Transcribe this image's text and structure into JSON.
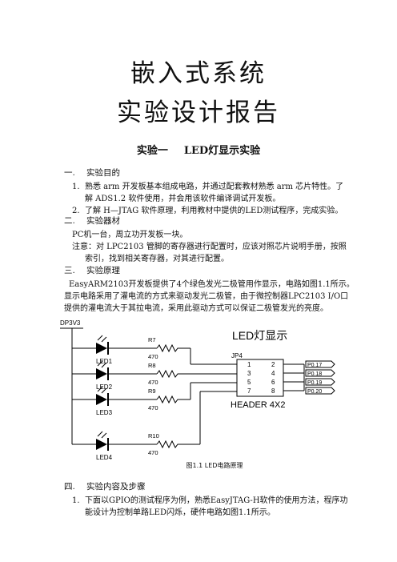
{
  "title": {
    "line1": "嵌入式系统",
    "line2": "实验设计报告"
  },
  "experiment": {
    "number": "实验一",
    "name": "LED灯显示实验"
  },
  "sections": [
    {
      "num": "一.",
      "title": "实验目的"
    },
    {
      "num": "二.",
      "title": "实验器材"
    },
    {
      "num": "三.",
      "title": "实验原理"
    },
    {
      "num": "四.",
      "title": "实验内容及步骤"
    }
  ],
  "purpose": {
    "item1_num": "1.",
    "item1_line1": "熟悉 arm 开发板基本组成电路，并通过配套教材熟悉 arm 芯片特性。了",
    "item1_line2": "解 ADS1.2 软件使用，并会用该软件编译调试开发板。",
    "item2_num": "2.",
    "item2_line1": "了解 H—JTAG 软件原理，利用教材中提供的LED测试程序，完成实验。"
  },
  "equipment": {
    "line1": "PC机一台，周立功开发板一块。",
    "line2": "注意：对 LPC2103 管脚的寄存器进行配置时，应该对照芯片说明手册，按照",
    "line3": "索引，找到相关寄存器，对其进行配置。"
  },
  "principle": {
    "line1": "EasyARM2103开发板提供了4个绿色发光二极管用作显示，电路如图1.1所示。",
    "line2": "显示电路采用了灌电流的方式来驱动发光二极管，由于微控制器LPC2103 I/O口",
    "line3": "提供的灌电流大于其拉电流，采用此驱动方式可以保证二极管发光的亮度。"
  },
  "circuit": {
    "supply": "DP3V3",
    "heading": "LED灯显示",
    "connector": "JP4",
    "connector_type": "HEADER 4X2",
    "resistors": [
      {
        "name": "R7",
        "value": "470"
      },
      {
        "name": "R8",
        "value": "470"
      },
      {
        "name": "R9",
        "value": "470"
      },
      {
        "name": "R10",
        "value": "470"
      }
    ],
    "leds": [
      "LED1",
      "LED2",
      "LED3",
      "LED4"
    ],
    "pins_left": [
      "1",
      "3",
      "5",
      "7"
    ],
    "pins_right": [
      "2",
      "4",
      "6",
      "8"
    ],
    "ports": [
      "P0.17",
      "P0.18",
      "P0.19",
      "P0.20"
    ],
    "caption": "图1.1   LED电路原理"
  },
  "steps": {
    "item1_num": "1.",
    "item1_line1": "下面以GPIO的测试程序为例，熟悉EasyJTAG-H软件的使用方法，程序功",
    "item1_line2": "能设计为控制单路LED闪烁，硬件电路如图1.1所示。"
  }
}
